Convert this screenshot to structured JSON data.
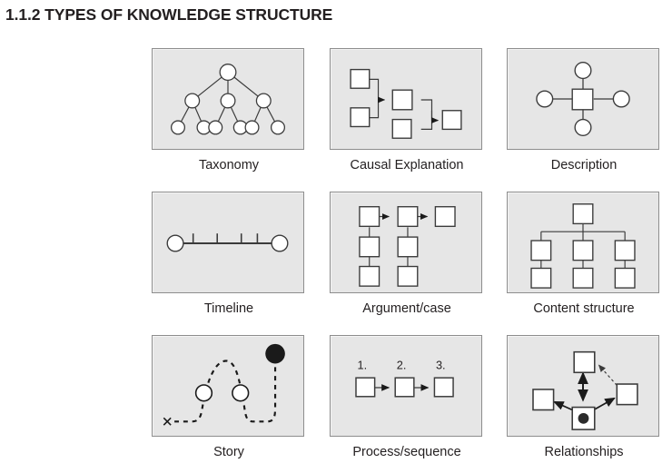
{
  "page": {
    "title": "1.1.2 TYPES OF KNOWLEDGE STRUCTURE"
  },
  "colors": {
    "panel_fill": "#e6e6e6",
    "panel_border": "#8d8d8d",
    "node_fill": "#ffffff",
    "node_stroke": "#3b3b3b",
    "node_dot": "#1a1a1a",
    "text": "#231f20",
    "page_background": "#ffffff"
  },
  "diagrams": [
    {
      "id": "taxonomy",
      "label": "Taxonomy",
      "shape_type": "tree",
      "row": 1,
      "column": 1,
      "nodes": {
        "root": 1,
        "middle": 3,
        "leaves": 6,
        "node_shape": "circle"
      },
      "connector_style": "solid-line"
    },
    {
      "id": "causal-explanation",
      "label": "Causal Explanation",
      "shape_type": "converging-flow",
      "row": 1,
      "column": 2,
      "nodes": {
        "count": 5,
        "node_shape": "square"
      },
      "connector_style": "solid-arrow"
    },
    {
      "id": "description",
      "label": "Description",
      "shape_type": "hub-and-spoke",
      "row": 1,
      "column": 3,
      "nodes": {
        "hub": 1,
        "hub_shape": "square",
        "spokes": 4,
        "spoke_shape": "circle"
      },
      "connector_style": "solid-line"
    },
    {
      "id": "timeline",
      "label": "Timeline",
      "shape_type": "axis",
      "row": 2,
      "column": 1,
      "nodes": {
        "endpoints": 2,
        "endpoint_shape": "circle",
        "ticks": 4
      },
      "connector_style": "solid-line"
    },
    {
      "id": "argument-case",
      "label": "Argument/case",
      "shape_type": "chain-with-branches",
      "row": 2,
      "column": 2,
      "nodes": {
        "top_row": 3,
        "branch_columns": 2,
        "branch_depth": 2,
        "node_shape": "square"
      },
      "connector_style": "solid-arrow"
    },
    {
      "id": "content-structure",
      "label": "Content structure",
      "shape_type": "hierarchy",
      "row": 2,
      "column": 3,
      "nodes": {
        "root": 1,
        "children": 3,
        "grandchildren": 3,
        "node_shape": "square"
      },
      "connector_style": "solid-line"
    },
    {
      "id": "story",
      "label": "Story",
      "shape_type": "path",
      "row": 3,
      "column": 1,
      "nodes": {
        "start_marker": "x",
        "waypoints": 2,
        "waypoint_shape": "circle",
        "end_marker": "filled-circle"
      },
      "connector_style": "dashed-curve"
    },
    {
      "id": "process-sequence",
      "label": "Process/sequence",
      "shape_type": "linear-sequence",
      "row": 3,
      "column": 2,
      "nodes": {
        "count": 3,
        "node_shape": "square"
      },
      "step_labels": [
        "1.",
        "2.",
        "3."
      ],
      "connector_style": "solid-arrow"
    },
    {
      "id": "relationships",
      "label": "Relationships",
      "shape_type": "network",
      "row": 3,
      "column": 3,
      "nodes": {
        "count": 4,
        "node_shape": "square",
        "center_marker": "filled-dot"
      },
      "connector_style": "mixed-arrows-solid-and-dashed"
    }
  ]
}
